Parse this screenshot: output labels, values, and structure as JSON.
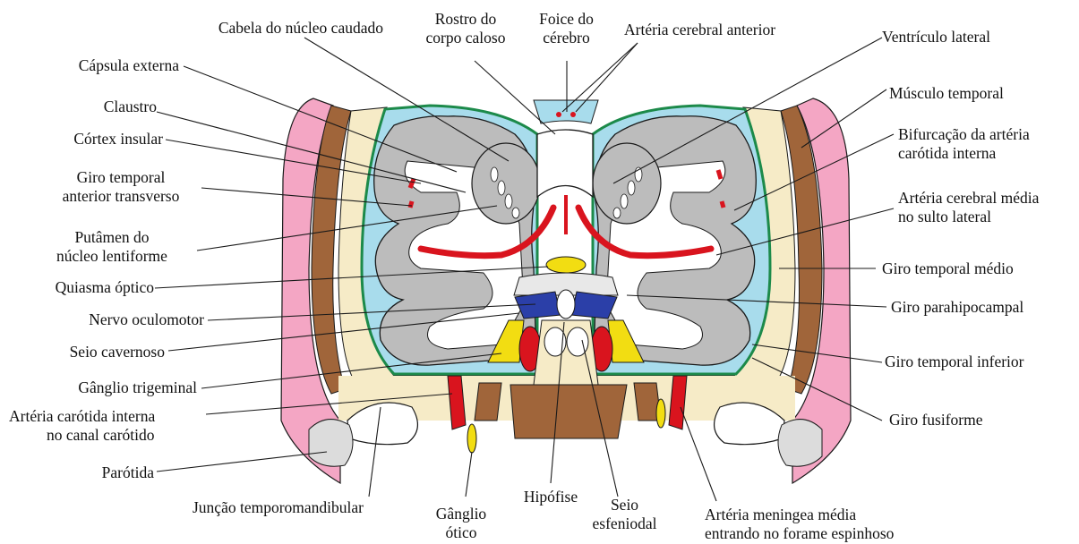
{
  "colors": {
    "skin": "#f4a6c4",
    "bone": "#f6ebc7",
    "brain_gray": "#bcbcbc",
    "csf": "#a8dcec",
    "dura": "#1c8a4a",
    "artery": "#d9141e",
    "muscle": "#a0653a",
    "chiasm": "#f2dd12",
    "oculomotor": "#2b3fa8",
    "outline": "#1a1a1a"
  },
  "labels": {
    "cabela": [
      "Cabela do núcleo caudado"
    ],
    "rostro": [
      "Rostro do",
      "corpo caloso"
    ],
    "foice": [
      "Foice do",
      "cérebro"
    ],
    "arteria_cerebral_anterior": [
      "Artéria cerebral anterior"
    ],
    "ventriculo_lateral": [
      "Ventrículo lateral"
    ],
    "capsula_externa": [
      "Cápsula externa"
    ],
    "claustro": [
      "Claustro"
    ],
    "cortex_insular": [
      "Córtex insular"
    ],
    "giro_temporal_ant": [
      "Giro temporal",
      "anterior transverso"
    ],
    "putamen": [
      "Putâmen do",
      "núcleo lentiforme"
    ],
    "quiasma": [
      "Quiasma óptico"
    ],
    "nervo_oculomotor": [
      "Nervo oculomotor"
    ],
    "seio_cavernoso": [
      "Seio cavernoso"
    ],
    "ganglio_trigeminal": [
      "Gânglio trigeminal"
    ],
    "carotida_canal": [
      "Artéria carótida interna",
      "no canal carótido"
    ],
    "parotida": [
      "Parótida"
    ],
    "juncao": [
      "Junção temporomandibular"
    ],
    "ganglio_otico": [
      "Gânglio",
      "ótico"
    ],
    "hipofise": [
      "Hipófise"
    ],
    "seio_esfenoidal": [
      "Seio",
      "esfeniodal"
    ],
    "arteria_meningea": [
      "Artéria meningea média",
      "entrando no forame espinhoso"
    ],
    "musculo_temporal": [
      "Músculo temporal"
    ],
    "bifurcacao": [
      "Bifurcação da artéria",
      "carótida interna"
    ],
    "arteria_cerebral_media": [
      "Artéria cerebral média",
      "no sulto lateral"
    ],
    "giro_temporal_medio": [
      "Giro temporal médio"
    ],
    "giro_parahipocampal": [
      "Giro parahipocampal"
    ],
    "giro_temporal_inferior": [
      "Giro temporal inferior"
    ],
    "giro_fusiforme": [
      "Giro fusiforme"
    ]
  }
}
